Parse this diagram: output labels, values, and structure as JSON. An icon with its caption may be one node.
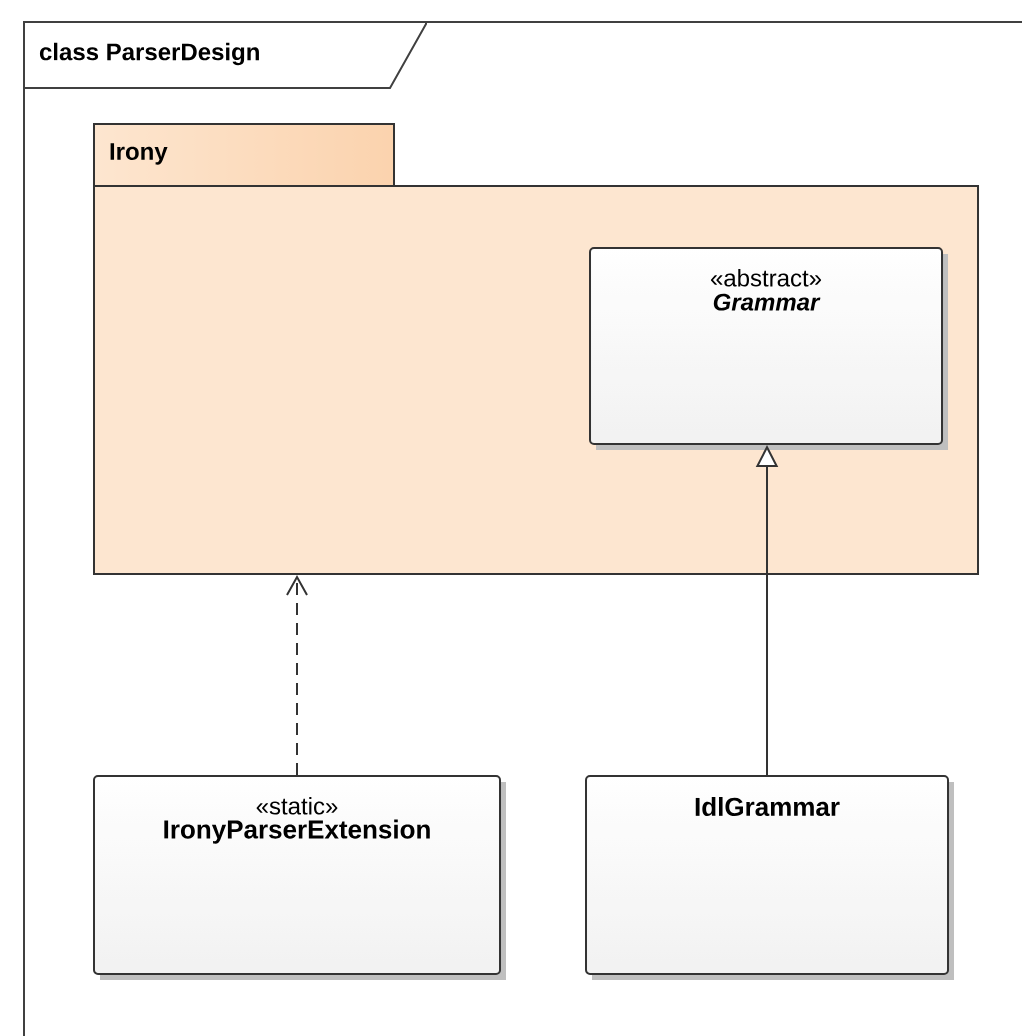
{
  "diagram": {
    "nodes": [
      {
        "text": [
          "class ParserDesign"
        ]
      },
      {
        "text": [
          "Irony"
        ],
        "in": 0
      },
      {
        "text": [
          "«abstract»",
          "Grammar"
        ],
        "in": 1
      },
      {
        "text": [
          "«static»",
          "IronyParserExtension"
        ],
        "in": 0
      },
      {
        "text": [
          "IdlGrammar"
        ],
        "in": 0
      }
    ],
    "edges": [
      {
        "from": 3,
        "to": 1,
        "arrow": "to",
        "style": "dashed"
      },
      {
        "from": 4,
        "to": 2,
        "arrow": "to"
      }
    ]
  }
}
